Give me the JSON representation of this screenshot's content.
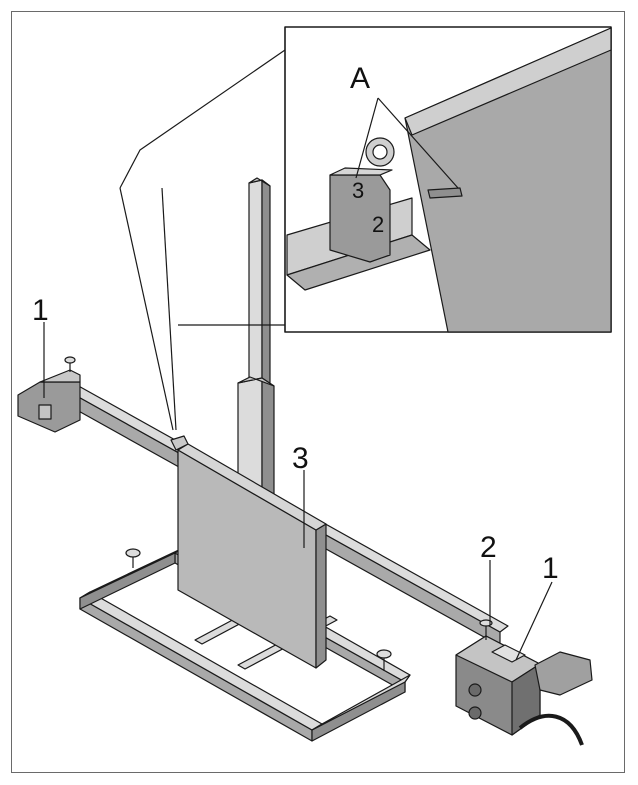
{
  "callouts": {
    "a": "A",
    "left_sensor": "1",
    "right_sensor": "1",
    "clamp": "2",
    "target_board": "3"
  },
  "detail_labels": {
    "block_top": "3",
    "block_front": "2"
  },
  "colors": {
    "line": "#1a1a1a",
    "board_front": "#b9b9b9",
    "board_side": "#8f8f8f",
    "board_top": "#d6d6d6",
    "bar_top": "#dcdcdc",
    "bar_front": "#a9a9a9",
    "bar_dark": "#7d7d7d",
    "frame_border": "#6a6a6a"
  }
}
